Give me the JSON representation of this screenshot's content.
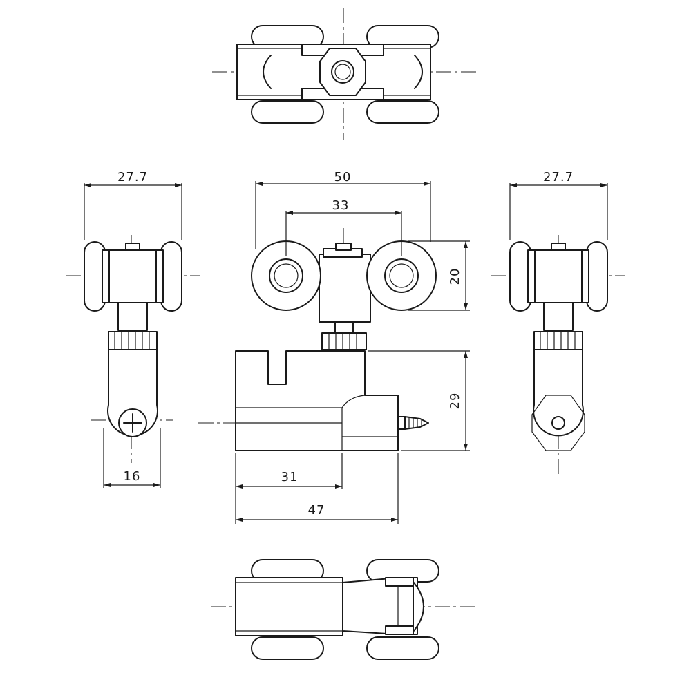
{
  "dimensions": {
    "top_width_left": "27.7",
    "top_width_center": "50",
    "wheel_spacing": "33",
    "wheel_height": "20",
    "bracket_height": "29",
    "base_width_left": "16",
    "length_31": "31",
    "length_47": "47",
    "top_width_right": "27.7"
  },
  "colors": {
    "line": "#1a1a1a",
    "background": "#ffffff"
  }
}
